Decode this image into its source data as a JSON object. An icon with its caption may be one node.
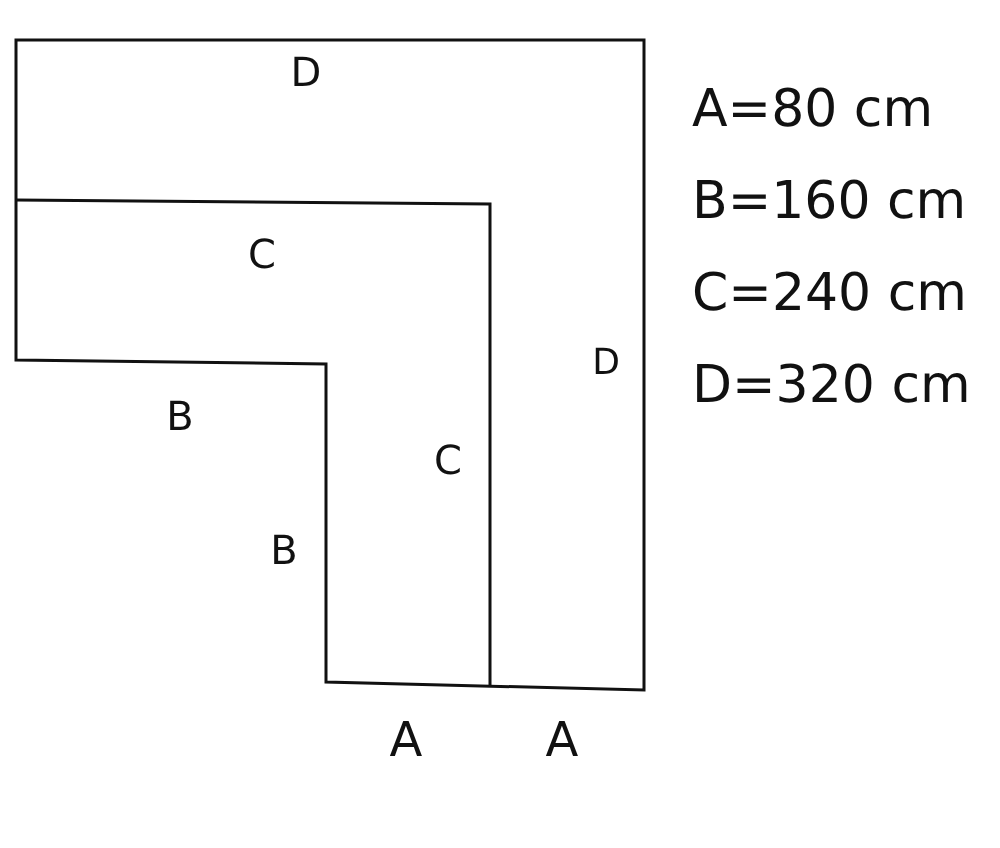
{
  "diagram": {
    "labels": [
      "D",
      "C",
      "B",
      "B",
      "C",
      "D",
      "A",
      "A",
      "A=80 cm",
      "B=160 cm",
      "C=240 cm",
      "D=320 cm"
    ]
  }
}
